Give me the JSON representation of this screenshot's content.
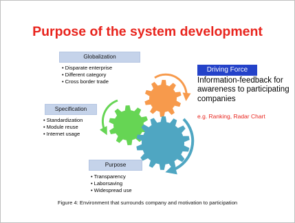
{
  "title": "Purpose of the system development",
  "globalization": {
    "heading": "Globalization",
    "items": [
      "Disparate enterprise",
      "Different category",
      "Cross border trade"
    ]
  },
  "specification": {
    "heading": "Specification",
    "items": [
      "Standardization",
      "Module reuse",
      "Internet usage"
    ]
  },
  "purpose": {
    "heading": "Purpose",
    "items": [
      "Transparency",
      "Laborsaving",
      "Widespread use"
    ]
  },
  "driving_force": {
    "label": "Driving Force",
    "description": "Information-feedback for awareness to participating companies",
    "example": "e.g. Ranking, Radar Chart"
  },
  "caption": "Figure 4: Environment that surrounds company and motivation to participation",
  "colors": {
    "title": "#e8241d",
    "orange_gear": "#f79a4c",
    "green_gear": "#66d554",
    "blue_gear": "#4fa6c2",
    "badge": "#2442c9"
  }
}
